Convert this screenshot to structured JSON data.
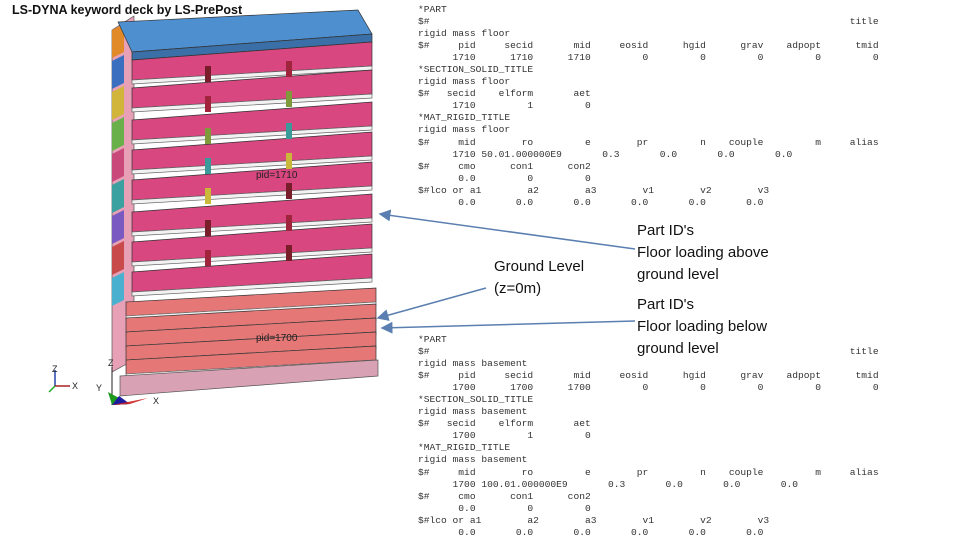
{
  "header": {
    "title": "LS-DYNA keyword deck by LS-PrePost"
  },
  "model": {
    "pick_label_upper": "pid=1710",
    "pick_label_lower": "pid=1700",
    "axes_small": {
      "z": "Z",
      "x": "X"
    },
    "axes_main": {
      "z": "Z",
      "y": "Y",
      "x": "X"
    },
    "colors": {
      "roof": "#4e8fd0",
      "upper_slab": "#d84d82",
      "lower_slab": "#e57777",
      "column": "#7a1d2b",
      "bottom": "#d7a3b6"
    }
  },
  "deck_upper": {
    "lines": [
      "*PART",
      "$#                                                                         title",
      "rigid mass floor",
      "$#     pid     secid       mid     eosid      hgid      grav    adpopt      tmid",
      "      1710      1710      1710         0         0         0         0         0",
      "*SECTION_SOLID_TITLE",
      "rigid mass floor",
      "$#   secid    elform       aet",
      "      1710         1         0",
      "*MAT_RIGID_TITLE",
      "rigid mass floor",
      "$#     mid        ro         e        pr         n    couple         m     alias",
      "      1710 50.01.000000E9       0.3       0.0       0.0       0.0",
      "$#     cmo      con1      con2",
      "       0.0         0         0",
      "$#lco or a1        a2        a3        v1        v2        v3",
      "       0.0       0.0       0.0       0.0       0.0       0.0"
    ]
  },
  "deck_lower": {
    "lines": [
      "*PART",
      "$#                                                                         title",
      "rigid mass basement",
      "$#     pid     secid       mid     eosid      hgid      grav    adpopt      tmid",
      "      1700      1700      1700         0         0         0         0         0",
      "*SECTION_SOLID_TITLE",
      "rigid mass basement",
      "$#   secid    elform       aet",
      "      1700         1         0",
      "*MAT_RIGID_TITLE",
      "rigid mass basement",
      "$#     mid        ro         e        pr         n    couple         m     alias",
      "      1700 100.01.000000E9       0.3       0.0       0.0       0.0",
      "$#     cmo      con1      con2",
      "       0.0         0         0",
      "$#lco or a1        a2        a3        v1        v2        v3",
      "       0.0       0.0       0.0       0.0       0.0       0.0"
    ]
  },
  "annotations": {
    "ground_level": "Ground Level\n(z=0m)",
    "above": "Part ID's\nFloor loading above\nground level",
    "below": "Part ID's\nFloor loading below\nground level"
  }
}
